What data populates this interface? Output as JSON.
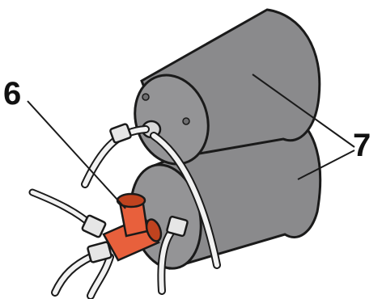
{
  "callouts": {
    "part_6": "6",
    "part_7": "7"
  },
  "parts": {
    "part_6": "t-connector",
    "part_7": "reservoir-cylinders"
  },
  "colors": {
    "background": "#ffffff",
    "cylinder_fill": "#8a8a8c",
    "cylinder_end": "#949496",
    "outline": "#1a1a1a",
    "connector_fill": "#e8603c",
    "connector_dark": "#c0431f",
    "hose_fill": "#f2f2f2",
    "label_text": "#111111"
  }
}
